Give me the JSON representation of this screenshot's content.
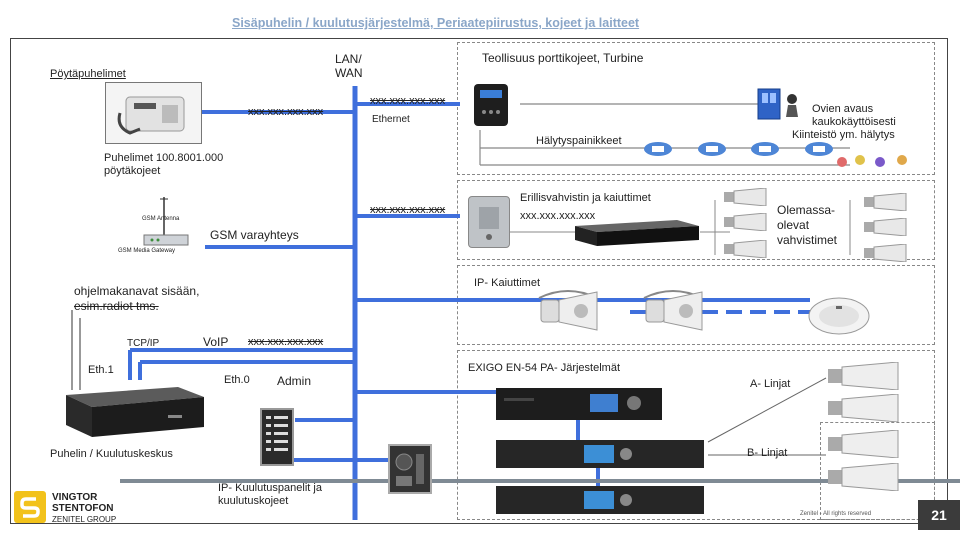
{
  "title": "Sisäpuhelin / kuulutusjärjestelmä, Periaatepiirustus, kojeet ja laitteet",
  "lan": {
    "label": "LAN/ WAN",
    "ethernet": "Ethernet"
  },
  "left": {
    "desk_phones_heading": "Pöytäpuhelimet",
    "desk_phones_caption_1": "Puhelimet 100.8001.000",
    "desk_phones_caption_2": "pöytäkojeet",
    "ip_1": "xxx.xxx.xxx.xxx",
    "gsm_antenna": "GSM Antenna",
    "gsm_gateway": "GSM Media Gateway",
    "gsm_label": "GSM varayhteys",
    "program_1": "ohjelmakanavat sisään,",
    "program_2": "esim.radiot tms.",
    "tcpip": "TCP/IP",
    "voip": "VoIP",
    "ip_voip": "xxx.xxx.xxx.xxx",
    "eth1": "Eth.1",
    "eth0": "Eth.0",
    "admin": "Admin",
    "exchange_caption": "Puhelin / Kuulutuskeskus",
    "panels_caption_1": "IP- Kuulutuspanelit ja",
    "panels_caption_2": "kuulutuskojeet"
  },
  "right": {
    "ip_top": "xxx.xxx.xxx.xxx",
    "industry_title": "Teollisuus porttikojeet, Turbine",
    "door_1": "Ovien avaus",
    "door_2": "kaukokäyttöisesti",
    "property": "Kiinteistö ym. hälytys",
    "alarm_buttons": "Hälytyspainikkeet",
    "ip_amp_line": "xxx.xxx.xxx.xxx",
    "amp_title": "Erillisvahvistin ja kaiuttimet",
    "amp_ip": "xxx.xxx.xxx.xxx",
    "existing_1": "Olemassa-",
    "existing_2": "olevat",
    "existing_3": "vahvistimet",
    "ip_speakers": "IP- Kaiuttimet",
    "exigo": "EXIGO EN-54 PA- Järjestelmät",
    "a_lines": "A- Linjat",
    "b_lines": "B- Linjat"
  },
  "footer": {
    "logo_1": "VINGTOR",
    "logo_2": "STENTOFON",
    "logo_3": "ZENITEL GROUP",
    "copyright": "Zenitel - All rights reserved",
    "page": "21"
  },
  "colors": {
    "bus": "#3f6fdc",
    "footer_bar": "#7f8a94",
    "title": "#8aa6c8",
    "logo_yellow": "#f2c21b"
  }
}
